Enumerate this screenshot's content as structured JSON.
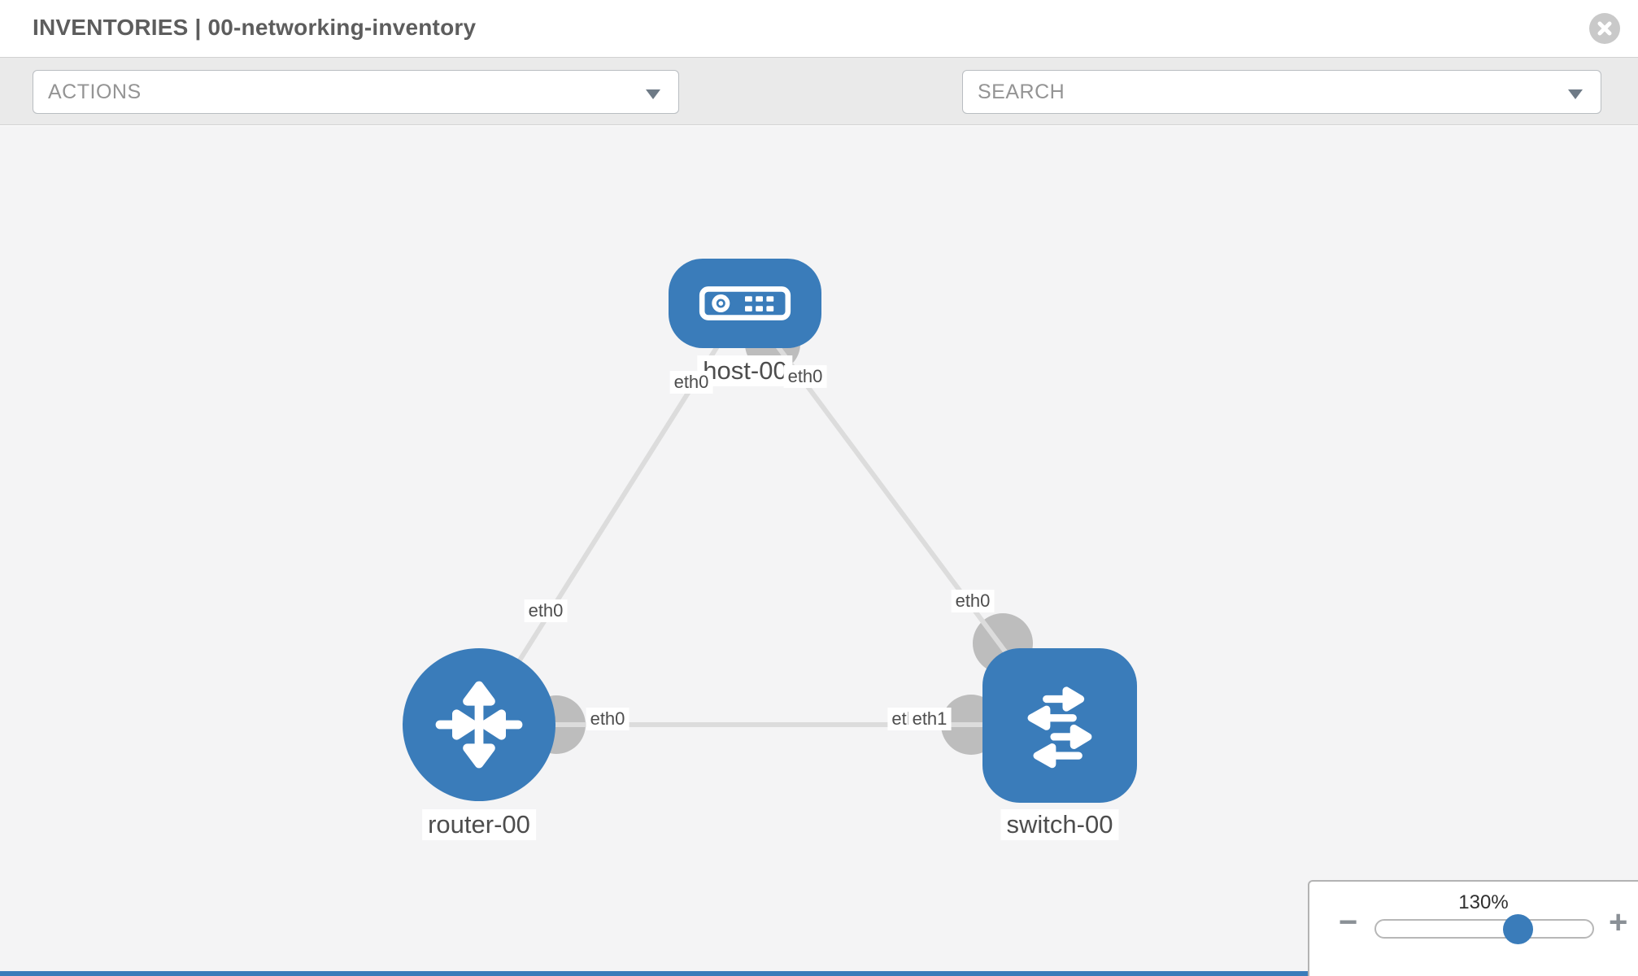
{
  "header": {
    "title": "INVENTORIES | 00-networking-inventory",
    "close_icon": "circle-x-icon"
  },
  "toolbar": {
    "actions_label": "ACTIONS",
    "search_placeholder": "SEARCH",
    "wrench_icon": "wrench-icon",
    "key_icon": "key-icon"
  },
  "topology": {
    "nodes": [
      {
        "label": "host-00",
        "type": "host"
      },
      {
        "label": "router-00",
        "type": "router"
      },
      {
        "label": "switch-00",
        "type": "switch"
      }
    ],
    "links": [
      {
        "from": "host-00",
        "to": "router-00"
      },
      {
        "from": "host-00",
        "to": "switch-00"
      },
      {
        "from": "router-00",
        "to": "switch-00"
      }
    ],
    "interface_labels": [
      {
        "text": "eth0",
        "at": "host-router-link-host-end"
      },
      {
        "text": "eth0",
        "at": "host-switch-link-host-end"
      },
      {
        "text": "eth0",
        "at": "host-router-link-router-end"
      },
      {
        "text": "eth0",
        "at": "host-switch-link-switch-end"
      },
      {
        "text": "eth0",
        "at": "router-switch-link-router-end"
      },
      {
        "text": "etl",
        "at": "router-switch-link-switch-end-partially-hidden"
      },
      {
        "text": "eth1",
        "at": "router-switch-link-switch-end"
      }
    ]
  },
  "zoom_control": {
    "level": "130%",
    "minus_label": "−",
    "plus_label": "+"
  },
  "colors": {
    "node_blue": "#3a7cba",
    "link_gray": "#dcdcdc",
    "port_dot_gray": "#bdbdbd",
    "canvas_bg": "#f4f4f5",
    "toolbar_bg": "#eaeaea",
    "bottom_bar_blue": "#3a7cba"
  }
}
